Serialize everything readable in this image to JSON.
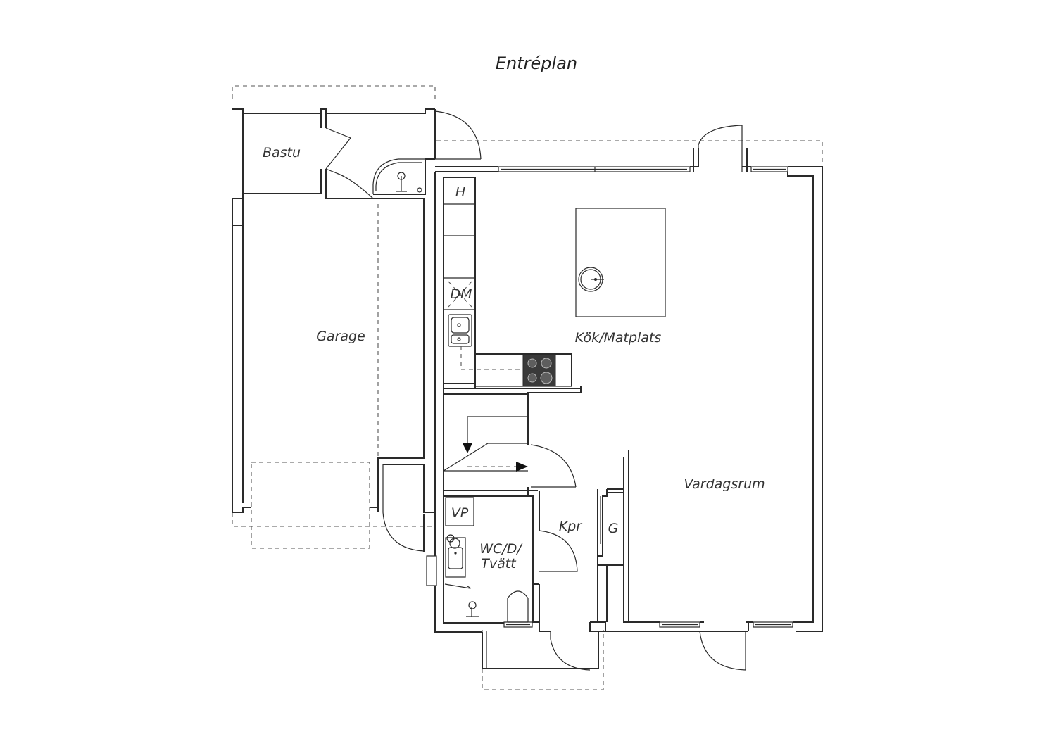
{
  "title": "Entréplan",
  "rooms": {
    "bastu": "Bastu",
    "garage": "Garage",
    "kitchen": "Kök/Matplats",
    "living": "Vardagsrum",
    "kpr": "Kpr",
    "wc": [
      "WC/D/",
      "Tvätt"
    ]
  },
  "fixtures": {
    "h": "H",
    "dm": "DM",
    "vp": "VP",
    "g": "G"
  },
  "colors": {
    "line": "#2a2a2a",
    "dashed": "#555555",
    "stove": "#3a3a3a",
    "text": "#333333"
  }
}
